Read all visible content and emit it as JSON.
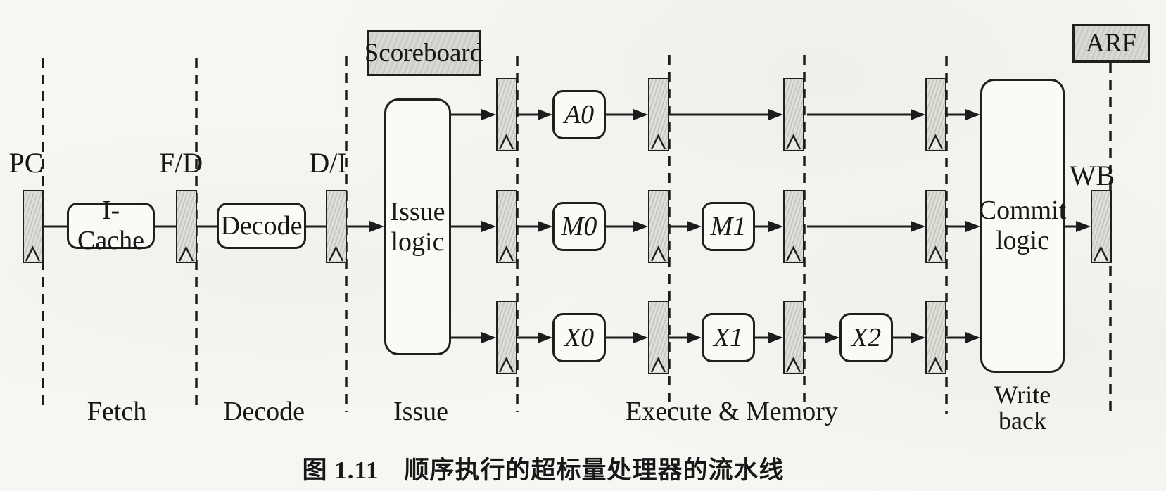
{
  "figure": {
    "caption": "图 1.11　顺序执行的超标量处理器的流水线",
    "tags": {
      "scoreboard": "Scoreboard",
      "arf": "ARF"
    },
    "pipeline_register_labels": {
      "pc": "PC",
      "fd": "F/D",
      "di": "D/I",
      "wb": "WB"
    },
    "units": {
      "icache": "I-Cache",
      "decode": "Decode",
      "issue": [
        "Issue",
        "logic"
      ],
      "commit": [
        "Commit",
        "logic"
      ],
      "a0": "A0",
      "m0": "M0",
      "m1": "M1",
      "x0": "X0",
      "x1": "X1",
      "x2": "X2"
    },
    "stages": {
      "fetch": "Fetch",
      "decode": "Decode",
      "issue": "Issue",
      "execute": "Execute & Memory",
      "writeback": [
        "Write",
        "back"
      ]
    }
  }
}
